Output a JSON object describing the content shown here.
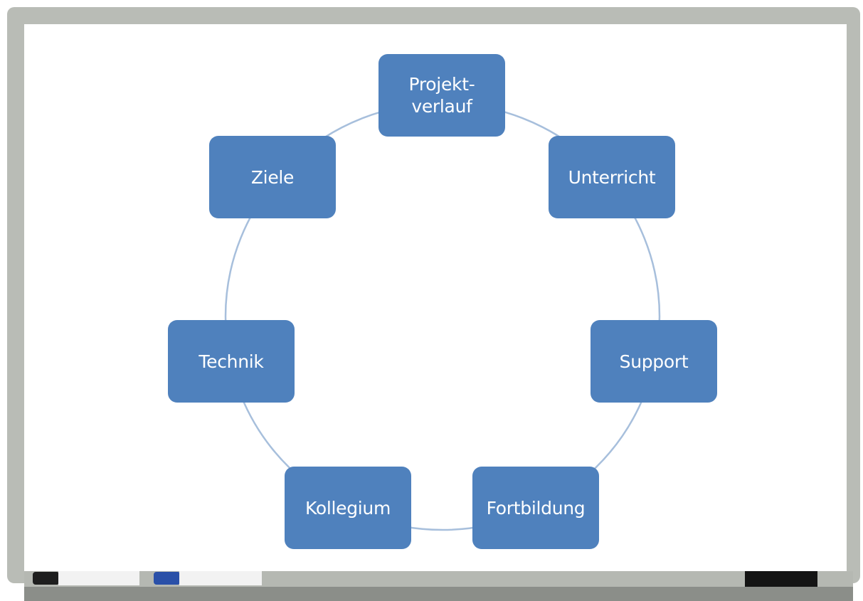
{
  "diagram": {
    "nodes": [
      {
        "id": "projektverlauf",
        "label": "Projekt-\nverlauf"
      },
      {
        "id": "unterricht",
        "label": "Unterricht"
      },
      {
        "id": "support",
        "label": "Support"
      },
      {
        "id": "fortbildung",
        "label": "Fortbildung"
      },
      {
        "id": "kollegium",
        "label": "Kollegium"
      },
      {
        "id": "technik",
        "label": "Technik"
      },
      {
        "id": "ziele",
        "label": "Ziele"
      }
    ],
    "colors": {
      "node_fill": "#4f81bd",
      "node_text": "#ffffff",
      "connector": "#a7bfdc"
    }
  },
  "whiteboard": {
    "colors": {
      "frame": "#b9bcb6",
      "surface": "#ffffff",
      "tray": "#8b8e89"
    },
    "accessories": [
      {
        "name": "black-marker",
        "cap_color": "#1e1e1e"
      },
      {
        "name": "blue-marker",
        "cap_color": "#2a50a8"
      },
      {
        "name": "eraser",
        "color": "#141414"
      }
    ]
  }
}
